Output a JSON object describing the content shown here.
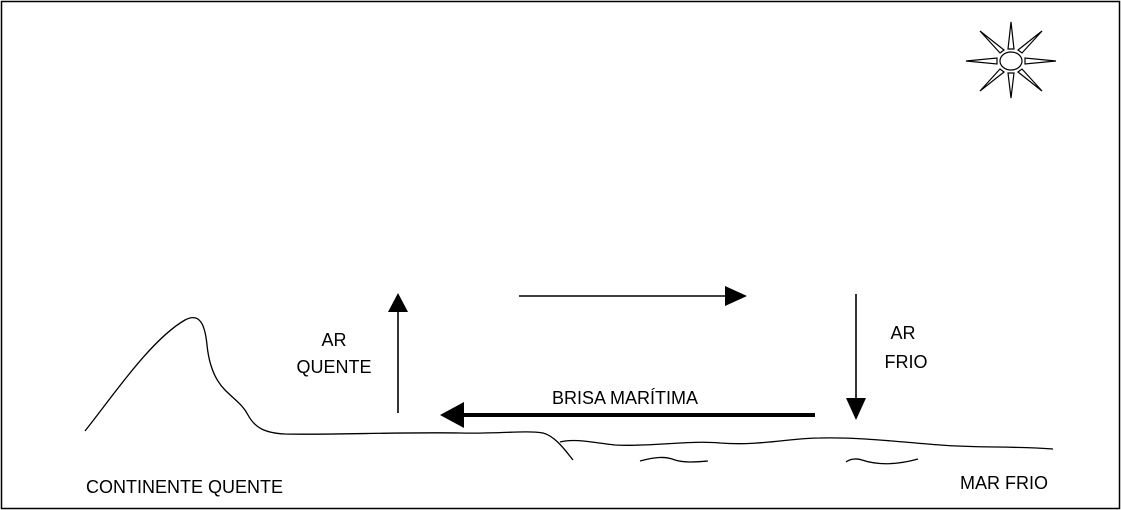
{
  "labels": {
    "hot_air_line1": "AR",
    "hot_air_line2": "QUENTE",
    "cold_air_line1": "AR",
    "cold_air_line2": "FRIO",
    "sea_breeze": "BRISA MARÍTIMA",
    "hot_continent": "CONTINENTE QUENTE",
    "cold_sea": "MAR FRIO"
  },
  "icons": {
    "sun": "sun-icon"
  },
  "colors": {
    "line": "#000000",
    "background": "#ffffff"
  }
}
